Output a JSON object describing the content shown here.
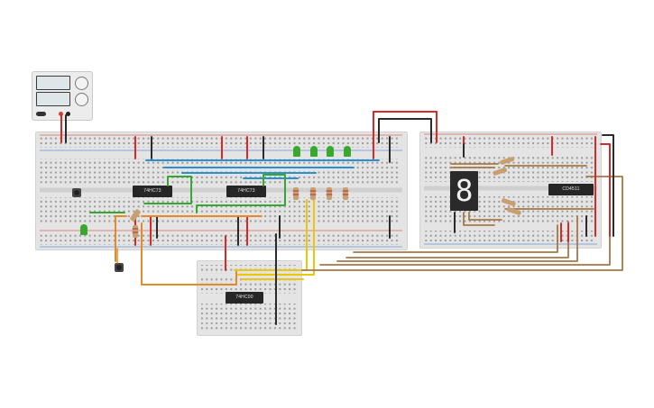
{
  "chips": {
    "counter_1": "74HC73",
    "counter_2": "74HC73",
    "nand_gate": "74HC00",
    "bcd_decoder": "CD4511"
  },
  "display": {
    "digit": "8"
  },
  "colors": {
    "wire_red": "#d62a28",
    "wire_black": "#2b2b2b",
    "wire_blue": "#2b8fd0",
    "wire_green": "#36a832",
    "wire_orange": "#e58a2a",
    "wire_yellow": "#ecc50f",
    "wire_brown": "#a57847",
    "led_green": "#38a82e"
  }
}
